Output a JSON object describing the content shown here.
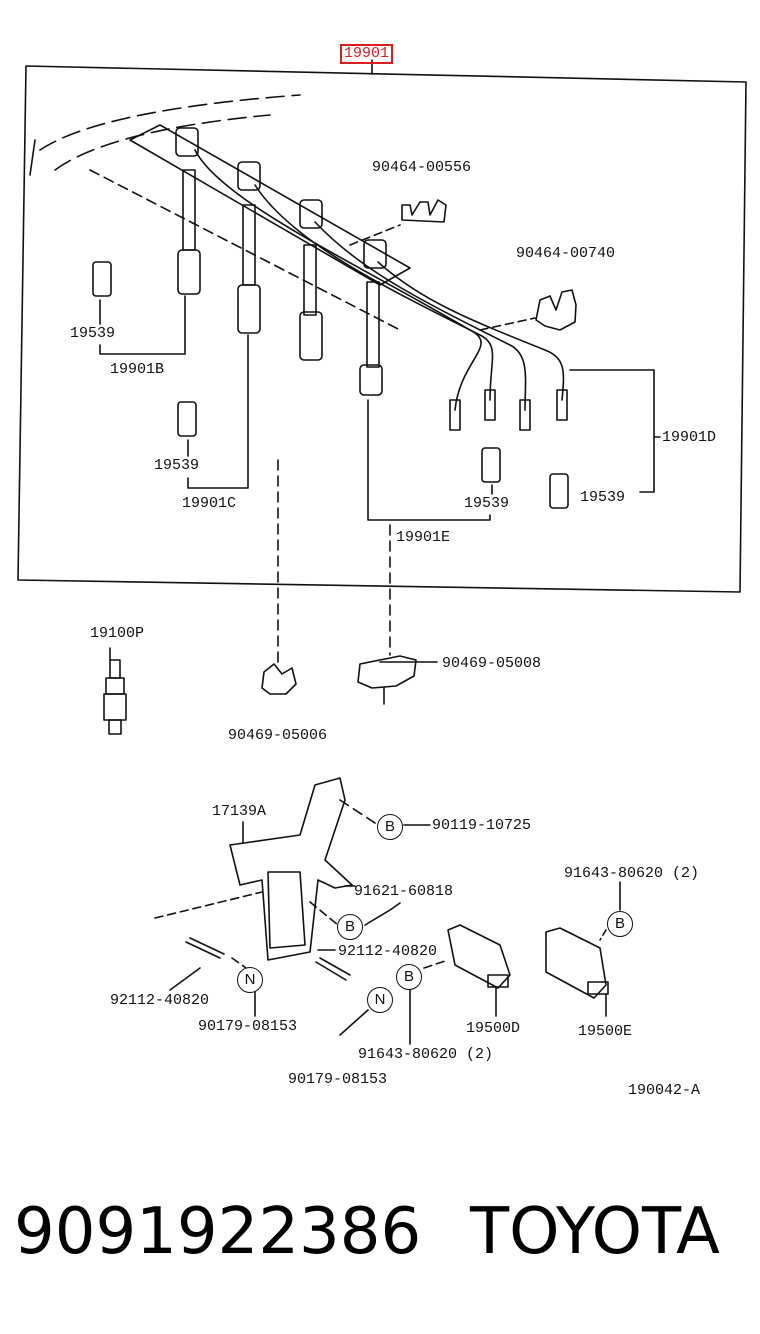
{
  "highlight_label": "19901",
  "callouts": {
    "clamp_556": "90464-00556",
    "clamp_740": "90464-00740",
    "boot_b": "19539",
    "cord_b": "19901B",
    "boot_c": "19539",
    "cord_c": "19901C",
    "cord_d": "19901D",
    "boot_e": "19539",
    "boot_d": "19539",
    "cord_e": "19901E",
    "spark_plug": "19100P",
    "clamp_006": "90469-05006",
    "clamp_008": "90469-05008",
    "bracket": "17139A",
    "bolt_10725": "90119-10725",
    "bolt_60818": "91621-60818",
    "stud_upper": "92112-40820",
    "stud_lower": "92112-40820",
    "nut_left": "90179-08153",
    "nut_bottom": "90179-08153",
    "bolt_620_d": "91643-80620 (2)",
    "bolt_620_e": "91643-80620 (2)",
    "coil_d": "19500D",
    "coil_e": "19500E",
    "diagram_id": "190042-A"
  },
  "markers": {
    "b": "B",
    "n": "N"
  },
  "footer": {
    "part_number": "9091922386",
    "brand": "TOYOTA"
  },
  "colors": {
    "highlight": "#d62020",
    "line": "#111111"
  }
}
